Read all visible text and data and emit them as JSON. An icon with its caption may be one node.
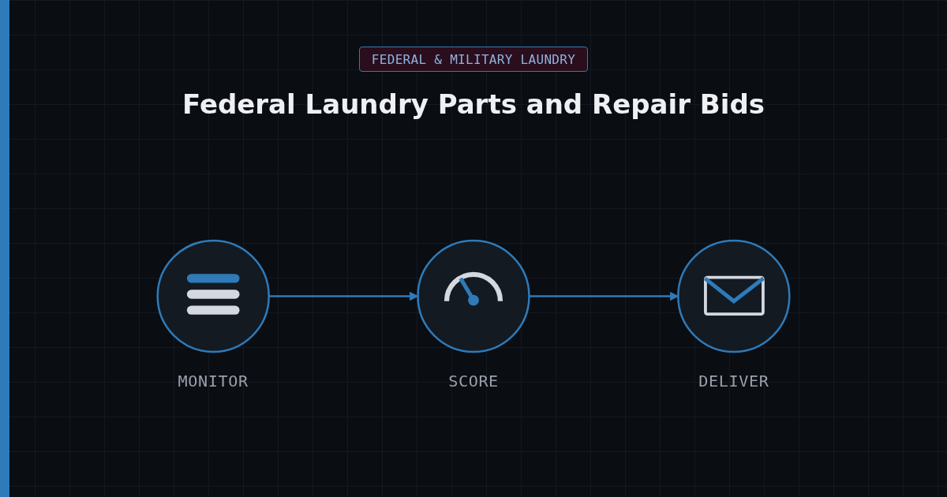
{
  "diagram": {
    "title": "Federal Laundry Parts and Repair Bids",
    "nodes": [
      {
        "text": [],
        "shape": "circle",
        "beside": [
          "MONITOR"
        ]
      },
      {
        "text": [],
        "shape": "circle",
        "beside": [
          "SCORE"
        ]
      },
      {
        "text": [],
        "shape": "circle",
        "beside": [
          "DELIVER"
        ]
      }
    ],
    "edges": [
      {
        "from": 0,
        "to": 1,
        "arrow": "to"
      },
      {
        "from": 1,
        "to": 2,
        "arrow": "to"
      }
    ],
    "labels": [
      "FEDERAL & MILITARY LAUNDRY"
    ]
  }
}
